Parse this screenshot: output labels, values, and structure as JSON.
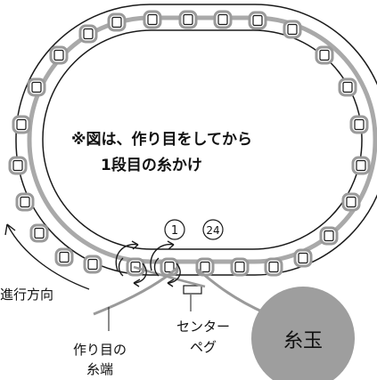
{
  "note_line1": "※図は、作り目をしてから",
  "note_line2": "1段目の糸かけ",
  "peg_label_first": "1",
  "peg_label_last": "24",
  "direction_label": "進行方向",
  "center_peg_label_line1": "センター",
  "center_peg_label_line2": "ペグ",
  "yarn_ball_label": "糸玉",
  "cast_on_tail_label_line1": "作り目の",
  "cast_on_tail_label_line2": "糸端",
  "colors": {
    "yarn_gray": "#9a9a9a",
    "ball_gray": "#9e9e9e",
    "outline": "#1a1a1a"
  }
}
